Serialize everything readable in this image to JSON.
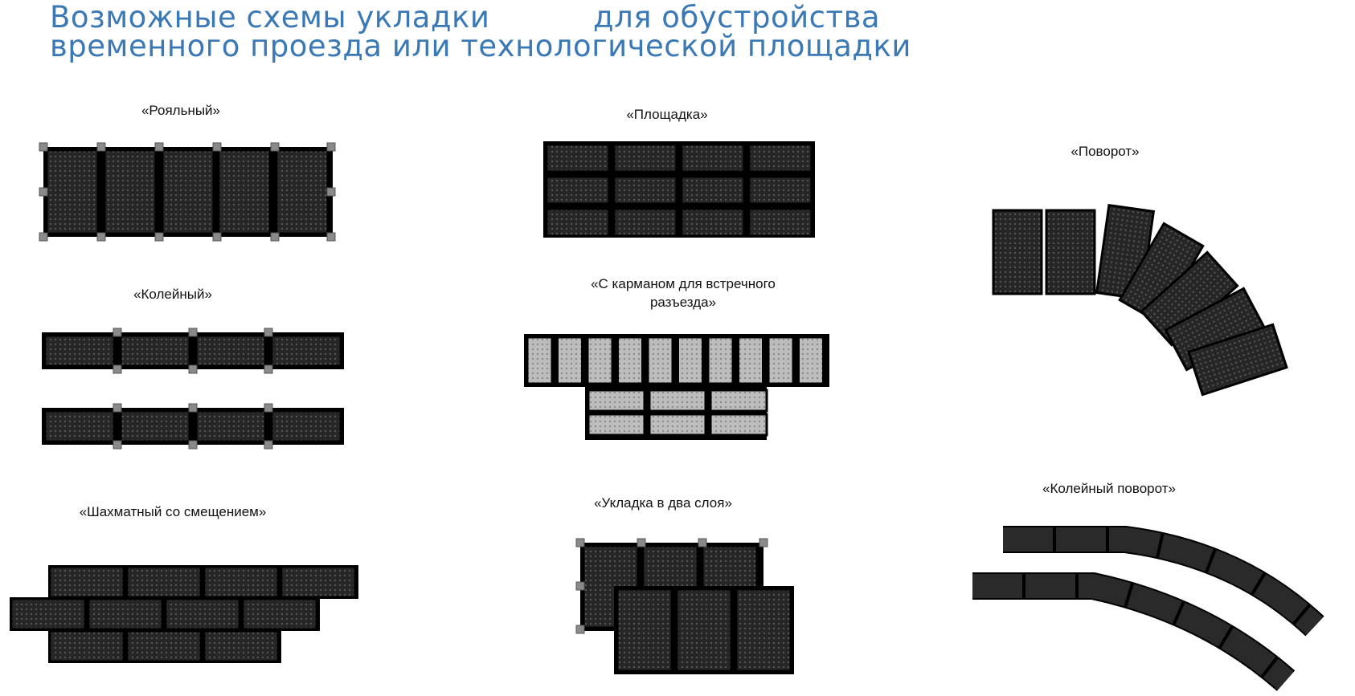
{
  "title": {
    "line1_a": "Возможные схемы укладки",
    "line1_b": "для обустройства",
    "line2": "временного проезда или технологической площадки"
  },
  "schemes": {
    "royal": "«Рояльный»",
    "ploshchadka": "«Площадка»",
    "povorot": "«Поворот»",
    "koleyny": "«Колейный»",
    "karman_line1": "«С карманом для встречного",
    "karman_line2": "разъезда»",
    "shakhmatny": "«Шахматный со смещением»",
    "dva_sloya": "«Укладка в два слоя»",
    "koleyny_povorot": "«Колейный поворот»"
  },
  "colors": {
    "title": "#3a79b6",
    "panel_dark": "#2a2a2a",
    "panel_light": "#b5b5b5",
    "frame": "#000000",
    "connector": "#8a8a8a"
  }
}
